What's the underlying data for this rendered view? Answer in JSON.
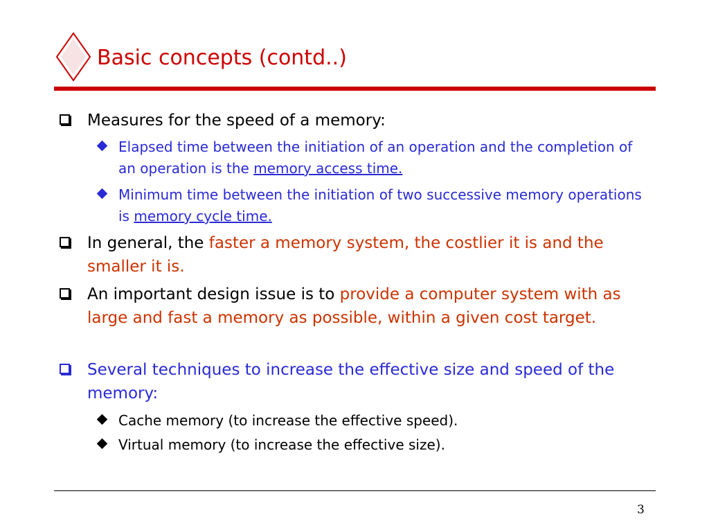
{
  "slide": {
    "title": "Basic concepts (contd..)",
    "page_number": "3",
    "colors": {
      "title": "#cc0000",
      "emphasis": "#cc3300",
      "sub_text": "#2a2ad6"
    }
  },
  "bullets": [
    {
      "text": "Measures for the speed of a memory:",
      "sub": [
        {
          "text": "Elapsed time between the initiation of an operation and the completion of an operation is the ",
          "term": "memory access time."
        },
        {
          "text": "Minimum time between the initiation of two successive memory operations is ",
          "term": "memory cycle time."
        }
      ]
    },
    {
      "text": "In general, the ",
      "emphasis": "faster a memory system, the costlier it is and the smaller it is."
    },
    {
      "text": "An important design issue is to ",
      "emphasis": "provide a computer system with as large and fast a memory as possible, within a given cost target."
    },
    {
      "text": "Several techniques to increase the effective size and speed of the memory:",
      "sub": [
        {
          "text": "Cache memory (to increase the effective speed)."
        },
        {
          "text": "Virtual memory (to increase the effective size)."
        }
      ]
    }
  ]
}
